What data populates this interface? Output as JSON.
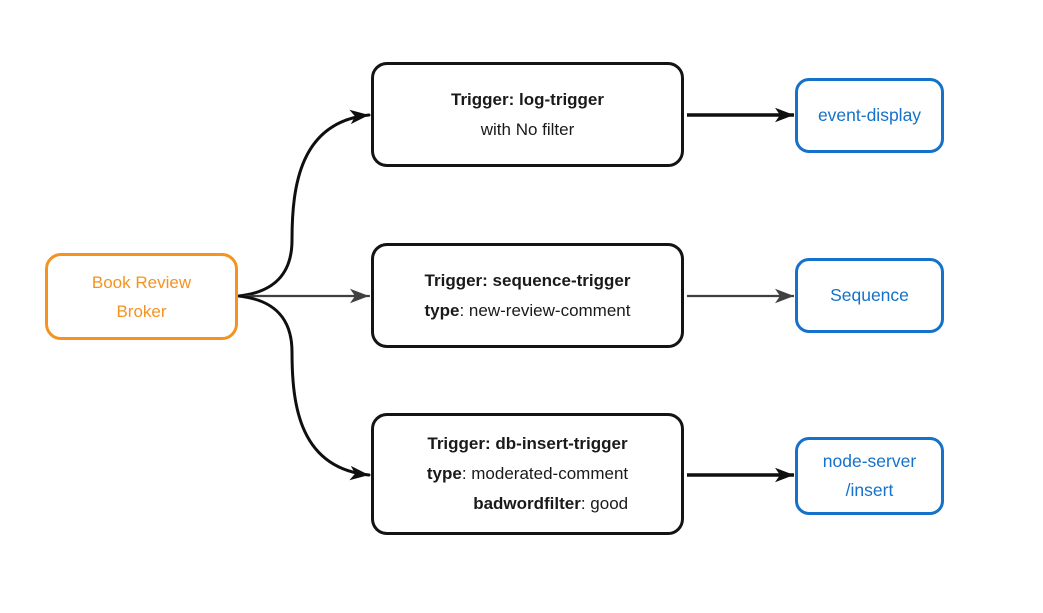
{
  "diagram": {
    "broker": {
      "lines": [
        "Book Review",
        "Broker"
      ]
    },
    "triggers": [
      {
        "title": "Trigger: log-trigger",
        "subtitle": "with No filter"
      },
      {
        "title": "Trigger: sequence-trigger",
        "attrs": [
          {
            "key": "type",
            "value": ": new-review-comment"
          }
        ]
      },
      {
        "title": "Trigger: db-insert-trigger",
        "attrs": [
          {
            "key": "type",
            "value": ": moderated-comment"
          },
          {
            "key": "badwordfilter",
            "value": ": good"
          }
        ]
      }
    ],
    "sinks": [
      {
        "lines": [
          "event-display"
        ]
      },
      {
        "lines": [
          "Sequence"
        ]
      },
      {
        "lines": [
          "node-server",
          "/insert"
        ]
      }
    ],
    "edges": [
      {
        "from": "broker",
        "to": "log-trigger"
      },
      {
        "from": "broker",
        "to": "sequence-trigger"
      },
      {
        "from": "broker",
        "to": "db-insert-trigger"
      },
      {
        "from": "log-trigger",
        "to": "event-display"
      },
      {
        "from": "sequence-trigger",
        "to": "Sequence"
      },
      {
        "from": "db-insert-trigger",
        "to": "node-server/insert"
      }
    ],
    "colors": {
      "broker_accent": "#F59321",
      "sink_accent": "#1571C9",
      "trigger_border": "#141414",
      "edge_primary": "#0F0F0F",
      "edge_secondary": "#404040",
      "background": "#FFFFFF"
    }
  }
}
